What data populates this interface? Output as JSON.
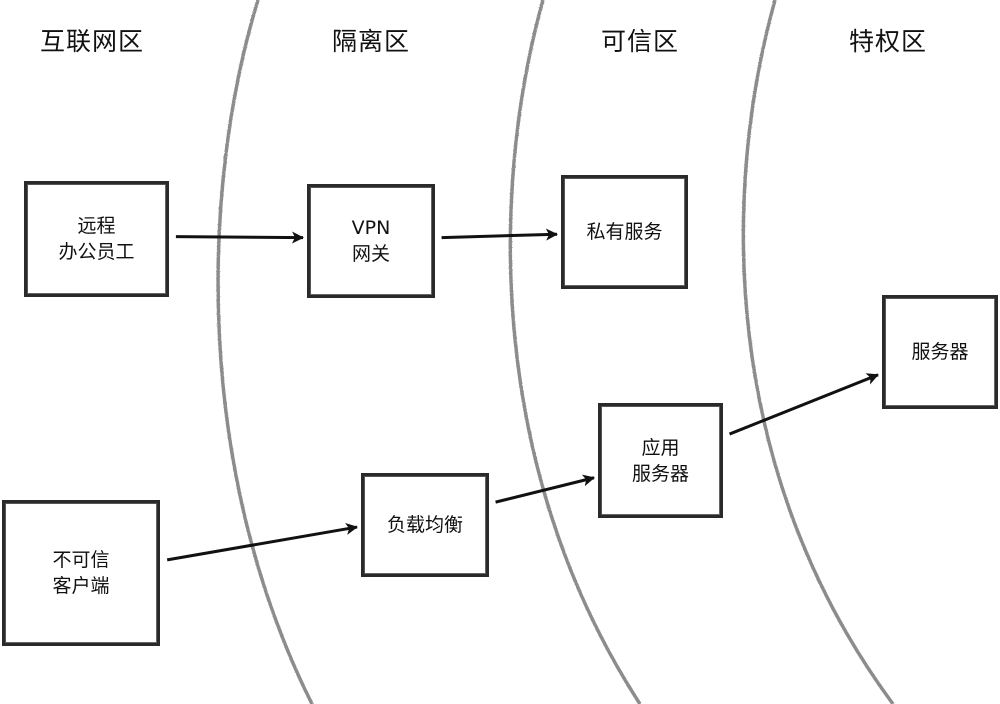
{
  "diagram": {
    "title": "",
    "zones": [
      {
        "id": "internet",
        "label": "互联网区"
      },
      {
        "id": "dmz",
        "label": "隔离区"
      },
      {
        "id": "trusted",
        "label": "可信区"
      },
      {
        "id": "privileged",
        "label": "特权区"
      }
    ],
    "nodes": [
      {
        "id": "remote-employee",
        "zone": "internet",
        "lines": [
          "远程",
          "办公员工"
        ]
      },
      {
        "id": "untrusted-client",
        "zone": "internet",
        "lines": [
          "不可信",
          "客户端"
        ]
      },
      {
        "id": "vpn-gateway",
        "zone": "dmz",
        "lines": [
          "VPN",
          "网关"
        ]
      },
      {
        "id": "load-balancer",
        "zone": "dmz",
        "lines": [
          "负载均衡"
        ]
      },
      {
        "id": "private-service",
        "zone": "trusted",
        "lines": [
          "私有服务"
        ]
      },
      {
        "id": "app-server",
        "zone": "trusted",
        "lines": [
          "应用",
          "服务器"
        ]
      },
      {
        "id": "server",
        "zone": "privileged",
        "lines": [
          "服务器"
        ]
      }
    ],
    "edges": [
      {
        "from": "remote-employee",
        "to": "vpn-gateway"
      },
      {
        "from": "vpn-gateway",
        "to": "private-service"
      },
      {
        "from": "untrusted-client",
        "to": "load-balancer"
      },
      {
        "from": "load-balancer",
        "to": "app-server"
      },
      {
        "from": "app-server",
        "to": "server"
      }
    ],
    "colors": {
      "box_border": "#2a2a2a",
      "arrow": "#111111",
      "zone_boundary": "#8c8c8c",
      "text": "#111111"
    }
  }
}
